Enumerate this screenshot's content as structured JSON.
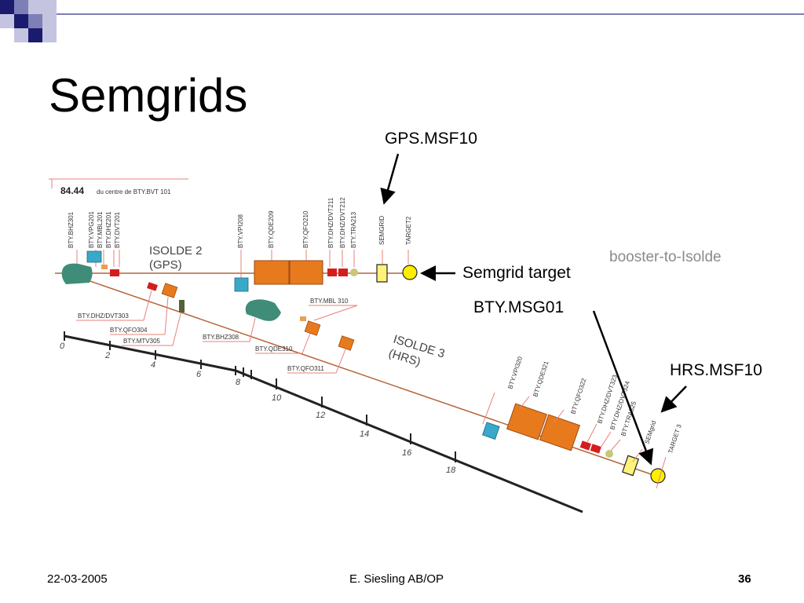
{
  "slide": {
    "title": "Semgrids",
    "footer": {
      "date": "22-03-2005",
      "author": "E. Siesling AB/OP",
      "page": "36"
    },
    "colors": {
      "corner_dark": "#1a1a6e",
      "corner_mid": "#7f7fb8",
      "corner_light": "#c4c4e0"
    }
  },
  "callouts": {
    "gps_msf10": "GPS.MSF10",
    "semgrid_target": "Semgrid target",
    "bty_msg01": "BTY.MSG01",
    "hrs_msf10": "HRS.MSF10"
  },
  "diagram": {
    "top_marker": "84.44",
    "top_marker_note": "du centre de BTY.BVT 101",
    "brand_label": "booster-to-Isolde",
    "line_gps": [
      "ISOLDE 2",
      "(GPS)"
    ],
    "line_hrs": [
      "ISOLDE 3",
      "(HRS)"
    ],
    "gps_elements": [
      "BTY.BHZ301",
      "BTY.VPG201",
      "BTY.MBL201",
      "BTY.DHZ201",
      "BTY.DVT201",
      "BTY.VPI208",
      "BTY.QDE209",
      "BTY.QFO210",
      "BTY.DHZ/DVT211",
      "BTY.DHZ/DVT212",
      "BTY.TRA213",
      "SEMGRID",
      "TARGET2"
    ],
    "lower_labels": [
      "BTY.DHZ/DVT303",
      "BTY.QFO304",
      "BTY.MTV305",
      "BTY.BHZ308",
      "BTY.QDE310",
      "BTY.QFO311",
      "BTY.MBL 310"
    ],
    "hrs_elements": [
      "BTY.VPI320",
      "BTY.QDE321",
      "BTY.QFO322",
      "BTY.DHZ/DVT323",
      "BTY.DHZ/DVT324",
      "BTY.TRA325",
      "SEMgrid",
      "TARGET 3"
    ],
    "scale_ticks": [
      "0",
      "2",
      "4",
      "6",
      "8",
      "10",
      "12",
      "14",
      "16",
      "18"
    ],
    "colors": {
      "beam": "#b5643a",
      "label_line": "#e8807a",
      "quad": "#e87a1e",
      "bend": "#3f8c78",
      "corrector": "#d41e1e",
      "pump": "#3aa8c8",
      "semgrid": "#fff27a",
      "target": "#ffee00",
      "tra": "#c8c87a"
    }
  }
}
